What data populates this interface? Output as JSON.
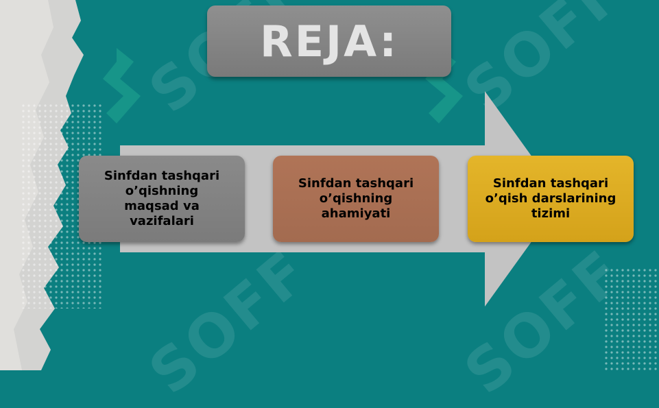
{
  "slide": {
    "title": "REJA:",
    "items": [
      {
        "label": "Sinfdan tashqari\no’qishning\nmaqsad va\nvazifalari"
      },
      {
        "label": "Sinfdan tashqari\no’qishning\nahamiyati"
      },
      {
        "label": "Sinfdan tashqari\no’qish darslarining\ntizimi"
      }
    ],
    "watermark_text": "SOFF"
  },
  "colors": {
    "background": "#0b7f80",
    "arrow": "#c3c3c3",
    "card1": "#858585",
    "card2": "#a96f54",
    "card3": "#dcab22",
    "title_box": "#858585"
  }
}
